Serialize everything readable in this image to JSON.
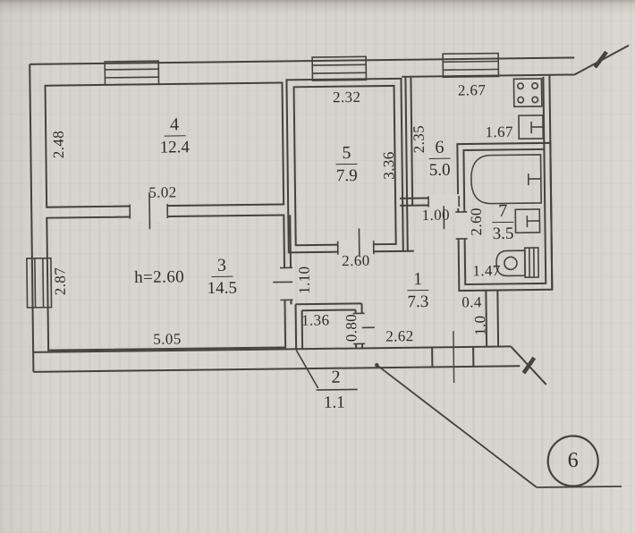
{
  "plan": {
    "callout_number": "6",
    "rooms": {
      "r1": {
        "number": "1",
        "area": "7.3"
      },
      "r2": {
        "number": "2",
        "area": "1.1"
      },
      "r3": {
        "number": "3",
        "area": "14.5",
        "ceiling_height": "h=2.60"
      },
      "r4": {
        "number": "4",
        "area": "12.4"
      },
      "r5": {
        "number": "5",
        "area": "7.9"
      },
      "r6": {
        "number": "6",
        "area": "5.0"
      },
      "r7": {
        "number": "7",
        "area": "3.5"
      }
    },
    "dimensions": {
      "r4_width": "5.02",
      "r4_depth": "2.48",
      "r3_width": "5.05",
      "r3_depth": "2.87",
      "r5_width": "2.32",
      "r5_depth": "3.36",
      "r5_door": "2.60",
      "r6_width": "2.67",
      "r6_depth": "2.35",
      "r6_door": "1.00",
      "r6_counter": "1.67",
      "r7_depth": "2.60",
      "r7_width": "1.47",
      "r1_width": "2.62",
      "r1_wall": "0.4",
      "r1_entry_wall": "1.0",
      "r1_niche": "1.10",
      "r2_width": "1.36",
      "r2_door": "0.80"
    },
    "colors": {
      "paper": "#d8d4ce",
      "ink": "#45413c"
    }
  }
}
